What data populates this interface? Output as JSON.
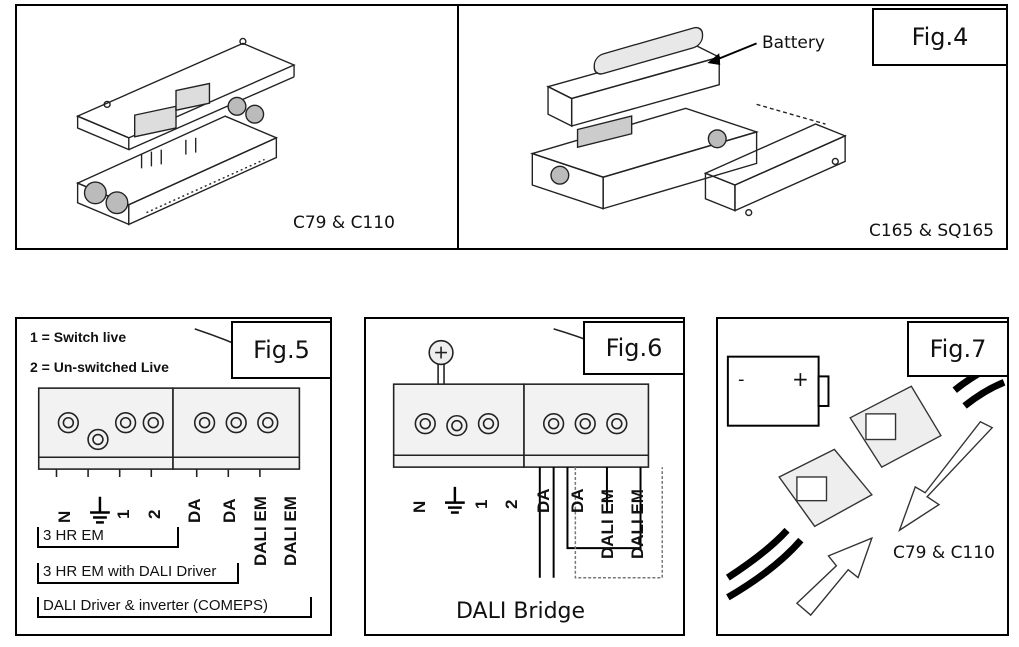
{
  "fig4": {
    "tag": "Fig.4",
    "left_caption": "C79 & C110",
    "right_caption": "C165 & SQ165",
    "battery_label": "Battery"
  },
  "fig5": {
    "tag": "Fig.5",
    "legend": [
      "1 = Switch live",
      "2 = Un-switched Live"
    ],
    "terminals": [
      "N",
      "1",
      "2",
      "DA",
      "DA",
      "DALI EM",
      "DALI EM"
    ],
    "options": [
      "3 HR EM",
      "3 HR EM with DALI Driver",
      "DALI Driver & inverter (COMEPS)"
    ]
  },
  "fig6": {
    "tag": "Fig.6",
    "terminals": [
      "N",
      "1",
      "2",
      "DA",
      "DA",
      "DALI EM",
      "DALI EM"
    ],
    "caption": "DALI Bridge"
  },
  "fig7": {
    "tag": "Fig.7",
    "caption": "C79 & C110",
    "battery_minus": "-",
    "battery_plus": "+"
  }
}
